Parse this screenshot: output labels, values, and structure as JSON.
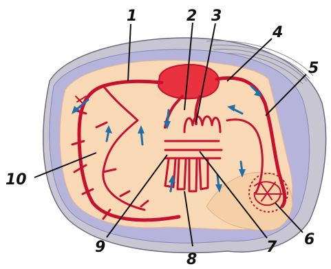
{
  "diagram": {
    "labels": {
      "n1": "1",
      "n2": "2",
      "n3": "3",
      "n4": "4",
      "n5": "5",
      "n6": "6",
      "n7": "7",
      "n8": "8",
      "n9": "9",
      "n10": "10"
    },
    "colors": {
      "vessel": "#c8102e",
      "heart": "#e8333f",
      "body": "#f9d9b5",
      "mantle": "#b7b4dc",
      "shell": "#c9c6d4",
      "flow_arrow": "#1f6fa8"
    }
  }
}
